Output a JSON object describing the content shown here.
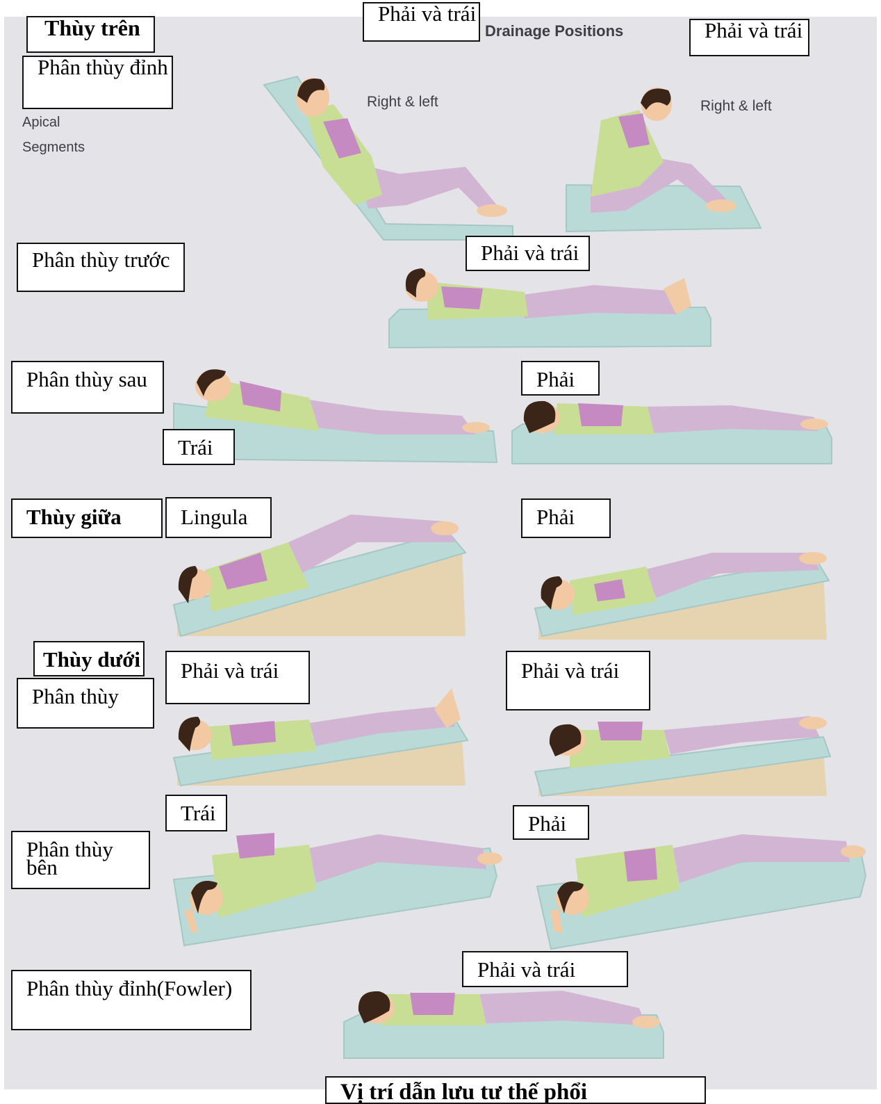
{
  "background_text": {
    "title": "Drainage Positions",
    "apical_line1": "Apical",
    "apical_line2": "Segments",
    "right_left_1": "Right & left",
    "right_left_2": "Right & left"
  },
  "labels": {
    "upper_lobe": "Thùy trên",
    "apical_segment": "Phân thùy đỉnh",
    "top_both_1": "Phải và trái",
    "top_both_2": "Phải và trái",
    "anterior_segment": "Phân thùy trước",
    "anterior_both": "Phải và trái",
    "posterior_segment": "Phân thùy sau",
    "posterior_right": "Phải",
    "posterior_left": "Trái",
    "middle_lobe": "Thùy giữa",
    "lingula": "Lingula",
    "middle_right": "Phải",
    "lower_lobe": "Thùy dưới",
    "lower_segment": "Phân thùy",
    "lower_both_1": "Phải và trái",
    "lower_both_2": "Phải và trái",
    "lateral_left": "Trái",
    "lateral_right": "Phải",
    "lateral_segment": "Phân thùy bên",
    "fowler_segment": "Phân thùy đỉnh(Fowler)",
    "fowler_both": "Phải và trái",
    "caption": "Vị trí dẫn lưu tư thế phổi"
  },
  "colors": {
    "page": "#e4e3e8",
    "mat": "#b9dad7",
    "wedge": "#e6d4b0",
    "clothes_top": "#c9de95",
    "clothes_pants": "#d2b5d2",
    "lung_highlight": "#c68ac3"
  }
}
